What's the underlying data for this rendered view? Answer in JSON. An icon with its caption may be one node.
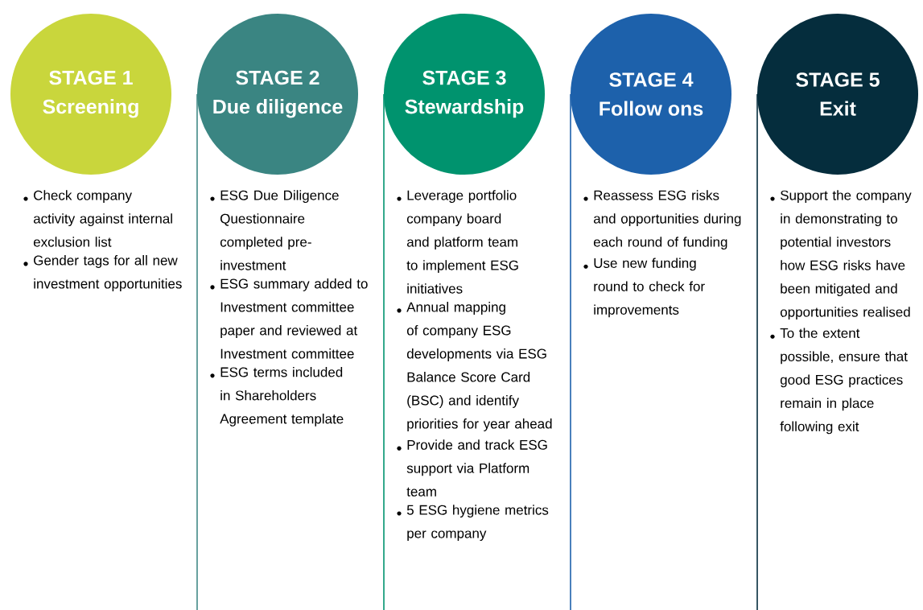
{
  "diagram": {
    "nodes": [
      {
        "text": [
          "STAGE 1",
          "Screening"
        ]
      },
      {
        "text": [
          "STAGE 2",
          "Due diligence"
        ]
      },
      {
        "text": [
          "STAGE 3",
          "Stewardship"
        ]
      },
      {
        "text": [
          "STAGE 4",
          "Follow ons"
        ]
      },
      {
        "text": [
          "STAGE 5",
          "Exit"
        ]
      }
    ],
    "labels": [
      "Check company activity against internal exclusion list",
      "Gender tags for all new investment opportunities",
      "ESG Due Diligence Questionnaire completed pre-investment",
      "ESG summary added to Investment committee paper and reviewed at Investment committee",
      "ESG terms included in Shareholders Agreement template",
      "Leverage portfolio company board and platform team to implement ESG initiatives",
      "Annual mapping of company ESG developments via ESG Balance Score Card (BSC) and identify priorities for year ahead",
      "Provide and track ESG support via Platform team",
      "5 ESG hygiene metrics per company",
      "Reassess ESG risks and opportunities during each round of funding",
      "Use new funding round to check for improvements",
      "Support the company in demonstrating to potential investors how ESG risks have been mitigated and opportunities realised",
      "To the extent possible, ensure that good ESG practices remain in place following exit"
    ]
  }
}
